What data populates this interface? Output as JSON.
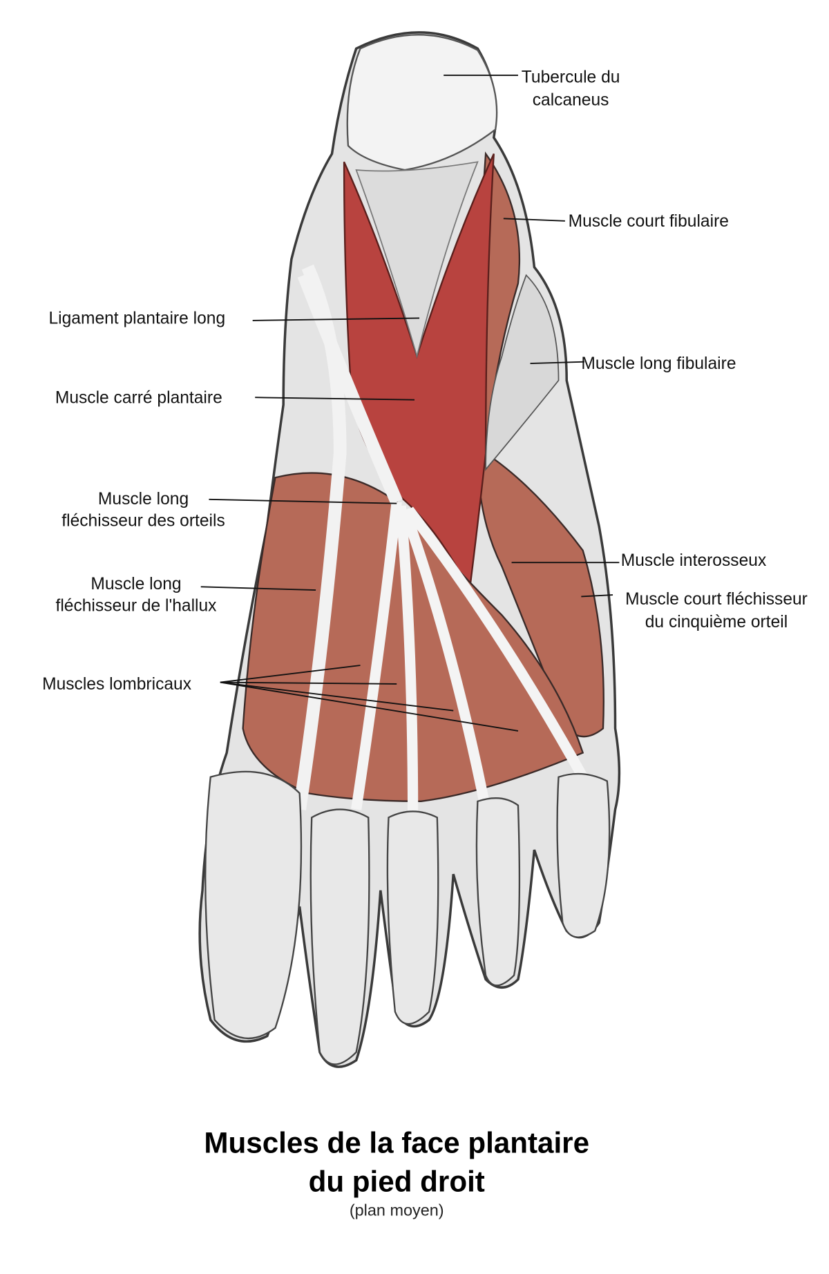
{
  "labels": {
    "tubercule": [
      "Tubercule du",
      "calcaneus"
    ],
    "court_fibulaire": "Muscle court fibulaire",
    "ligament": "Ligament plantaire long",
    "long_fibulaire": "Muscle long fibulaire",
    "carre": "Muscle carré plantaire",
    "long_flechisseur_orteils": [
      "Muscle long",
      "fléchisseur des orteils"
    ],
    "long_flechisseur_hallux": [
      "Muscle long",
      "fléchisseur de l'hallux"
    ],
    "interosseux": "Muscle interosseux",
    "court_flechisseur_5": [
      "Muscle court fléchisseur",
      "du cinquième orteil"
    ],
    "lombricaux": "Muscles lombricaux"
  },
  "title": [
    "Muscles de la face plantaire",
    "du pied droit"
  ],
  "subtitle": "(plan moyen)",
  "colors": {
    "bone": "#e6e6e6",
    "bone_shade": "#9a9a9a",
    "muscle_deep": "#b8433f",
    "muscle": "#b66a58",
    "outline": "#3a2a28"
  }
}
